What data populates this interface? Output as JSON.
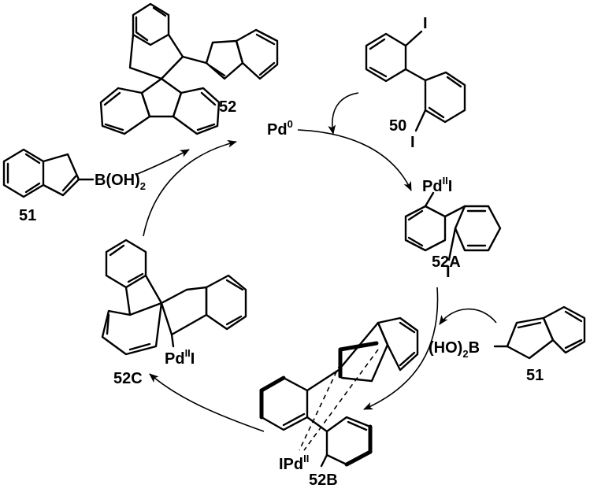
{
  "catalyst": {
    "pd": "Pd",
    "sup": "0"
  },
  "compounds": {
    "c52": "52",
    "c50": "50",
    "c51_top": "51",
    "c51_right": "51",
    "c52A": "52A",
    "c52B": "52B",
    "c52C": "52C"
  },
  "atoms": {
    "iodo_top": "I",
    "iodo_bottom": "I",
    "iodo_52A": "I",
    "boronic_left": {
      "main": "B(OH)",
      "sub": "2"
    },
    "boronic_right": {
      "pre": "(HO)",
      "sub": "2",
      "post": "B"
    },
    "pd52A": {
      "pd": "Pd",
      "sup": "II",
      "x": "I"
    },
    "pd52C": {
      "pd": "Pd",
      "sup": "II",
      "x": "I"
    },
    "pd52B": {
      "pre": "IPd",
      "sup": "II"
    }
  }
}
